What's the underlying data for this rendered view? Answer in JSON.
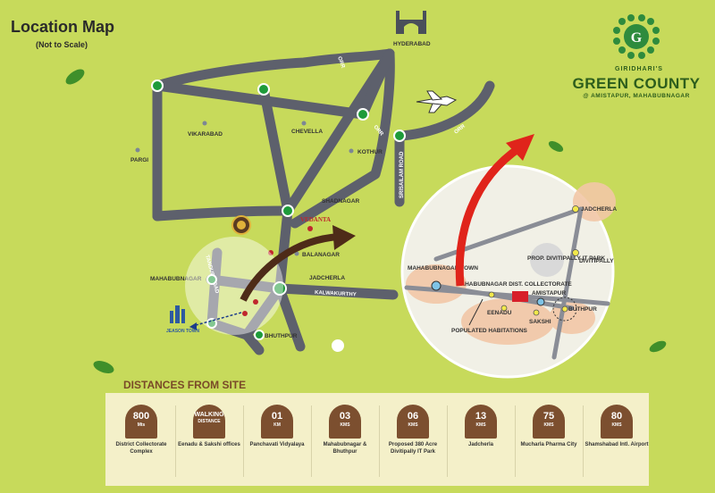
{
  "header": {
    "title": "Location Map",
    "subtitle": "(Not to Scale)"
  },
  "brand": {
    "emblem_letter": "G",
    "developer": "GIRIDHARI'S",
    "name": "GREEN COUNTY",
    "location": "@ AMISTAPUR, MAHABUBNAGAR"
  },
  "map": {
    "places": {
      "hyderabad": "HYDERABAD",
      "vikarabad": "VIKARABAD",
      "chevella": "CHEVELLA",
      "kothur": "KOTHUR",
      "pargi": "PARGI",
      "shadnagar": "SHADNAGAR",
      "balanagar": "BALANAGAR",
      "jadcherla": "JADCHERLA",
      "mahabubnagar": "MAHABUBNAGAR",
      "bhuthpur": "BHUTHPUR",
      "vedanta": "VEDANTA",
      "jeason_town": "JEASON TOWN"
    },
    "roads": {
      "orr_1": "ORR",
      "orr_2": "ORR",
      "orr_3": "ORR",
      "srisailam_road": "SRISAILAM ROAD",
      "kalwakurthy": "KALWAKURTHY",
      "tandur_road": "TANDUR ROAD"
    }
  },
  "inset": {
    "mahabubnagar_town": "MAHABUBNAGAR TOWN",
    "collectorate": "MAHABUBNAGAR DIST. COLLECTORATE",
    "it_park": "PROP. DIVITIPALLY IT PARK",
    "divitipally": "DIVITIPALLY",
    "jadcherla": "JADCHERLA",
    "amistapur": "AMISTAPUR",
    "bhuthpur": "BUTHPUR",
    "eenadu": "EENADU",
    "sakshi": "SAKSHI",
    "populated": "POPULATED HABITATIONS"
  },
  "distances": {
    "heading": "DISTANCES FROM SITE",
    "items": [
      {
        "value": "800",
        "unit": "Mts",
        "label": "District Collectorate Complex"
      },
      {
        "value": "WALKING",
        "unit": "DISTANCE",
        "label": "Eenadu & Sakshi offices"
      },
      {
        "value": "01",
        "unit": "KM",
        "label": "Panchavati Vidyalaya"
      },
      {
        "value": "03",
        "unit": "KMS",
        "label": "Mahabubnagar & Bhuthpur"
      },
      {
        "value": "06",
        "unit": "KMS",
        "label": "Proposed 380 Acre Divitipally IT Park"
      },
      {
        "value": "13",
        "unit": "KMS",
        "label": "Jadcherla"
      },
      {
        "value": "75",
        "unit": "KMS",
        "label": "Mucharla Pharma City"
      },
      {
        "value": "80",
        "unit": "KMS",
        "label": "Shamshabad Intl. Airport"
      }
    ]
  },
  "colors": {
    "background": "#c7da5b",
    "road": "#5c5f6b",
    "node": "#1e9b3a",
    "brand": "#2c5d1c",
    "badge": "#7c4f2f",
    "arrow_red": "#e0241b",
    "arrow_brown": "#4e2b18"
  }
}
